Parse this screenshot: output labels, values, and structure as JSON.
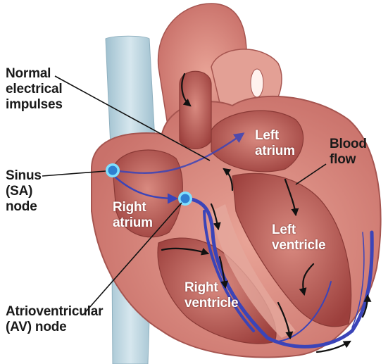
{
  "labels": {
    "normal_impulses": "Normal\nelectrical\nimpulses",
    "sinus_node": "Sinus\n(SA)\nnode",
    "right_atrium": "Right\natrium",
    "left_atrium": "Left\natrium",
    "blood_flow": "Blood\nflow",
    "left_ventricle": "Left\nventricle",
    "right_ventricle": "Right\nventricle",
    "av_node": "Atrioventricular\n(AV) node"
  },
  "colors": {
    "heart_wall": "#d9877d",
    "heart_inner": "#b5544f",
    "chamber": "#c96a62",
    "vessel_blue": "#b9d4df",
    "conduction_blue": "#3b44b8",
    "node_fill": "#2f7fd0",
    "node_ring": "#7fe0ff"
  }
}
